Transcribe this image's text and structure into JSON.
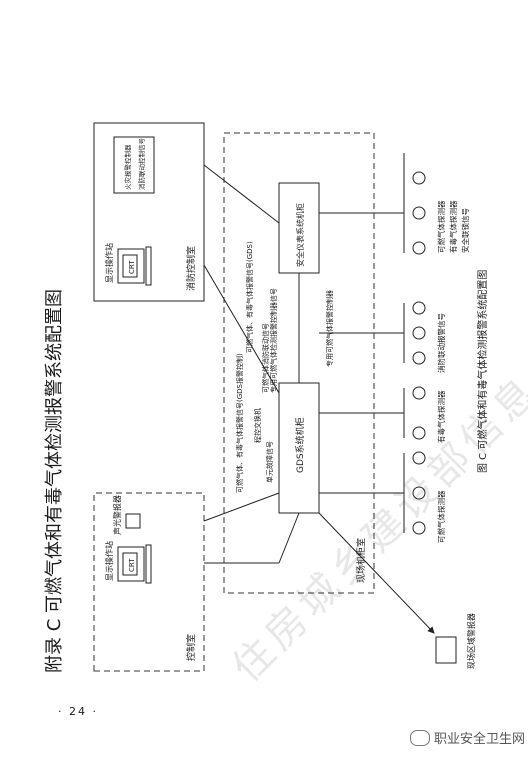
{
  "title": "附录 C  可燃气体和有毒气体检测报警系统配置图",
  "caption": "图 C  可燃气体和有毒气体检测报警系统配置图",
  "page_number": "· 24 ·",
  "watermark_text": "职业安全卫生网",
  "watermark_diagonal": "住房城乡建设部信息公开 仅供浏览使用",
  "rooms": {
    "control_room": "控制室",
    "fire_control_room": "消防控制室",
    "field_cabinet_room": "现场机柜室"
  },
  "devices": {
    "display_console_a": "显示操作站",
    "crt_a": "CRT",
    "audio_visual_alarm": "声光警报器",
    "display_console_b": "显示操作站",
    "crt_b": "CRT",
    "fire_alarm_controller": "火灾报警控制器",
    "fire_linkage_signal_box": "消防联动控制信号",
    "gds_cabinet": "GDS系统机柜",
    "sis_cabinet": "安全仪表系统机柜",
    "field_area_alarm": "现场区域警报器"
  },
  "signals": {
    "s1": "可燃气体、有毒气体报警信号(GDS报警控制)",
    "s2": "可燃气体、有毒气体报警信号(GDS)",
    "s3": "程控交换机",
    "s4": "可燃气体消防联动信号",
    "s5": "专用可燃气体检测报警控制器信号",
    "s6": "单元故障信号",
    "s7": "专用可燃气体报警控制器",
    "s8": "消防联动报警信号",
    "s9": "安全联锁信号"
  },
  "detectors": {
    "combustible": "可燃气体探测器",
    "toxic": "有毒气体探测器"
  }
}
